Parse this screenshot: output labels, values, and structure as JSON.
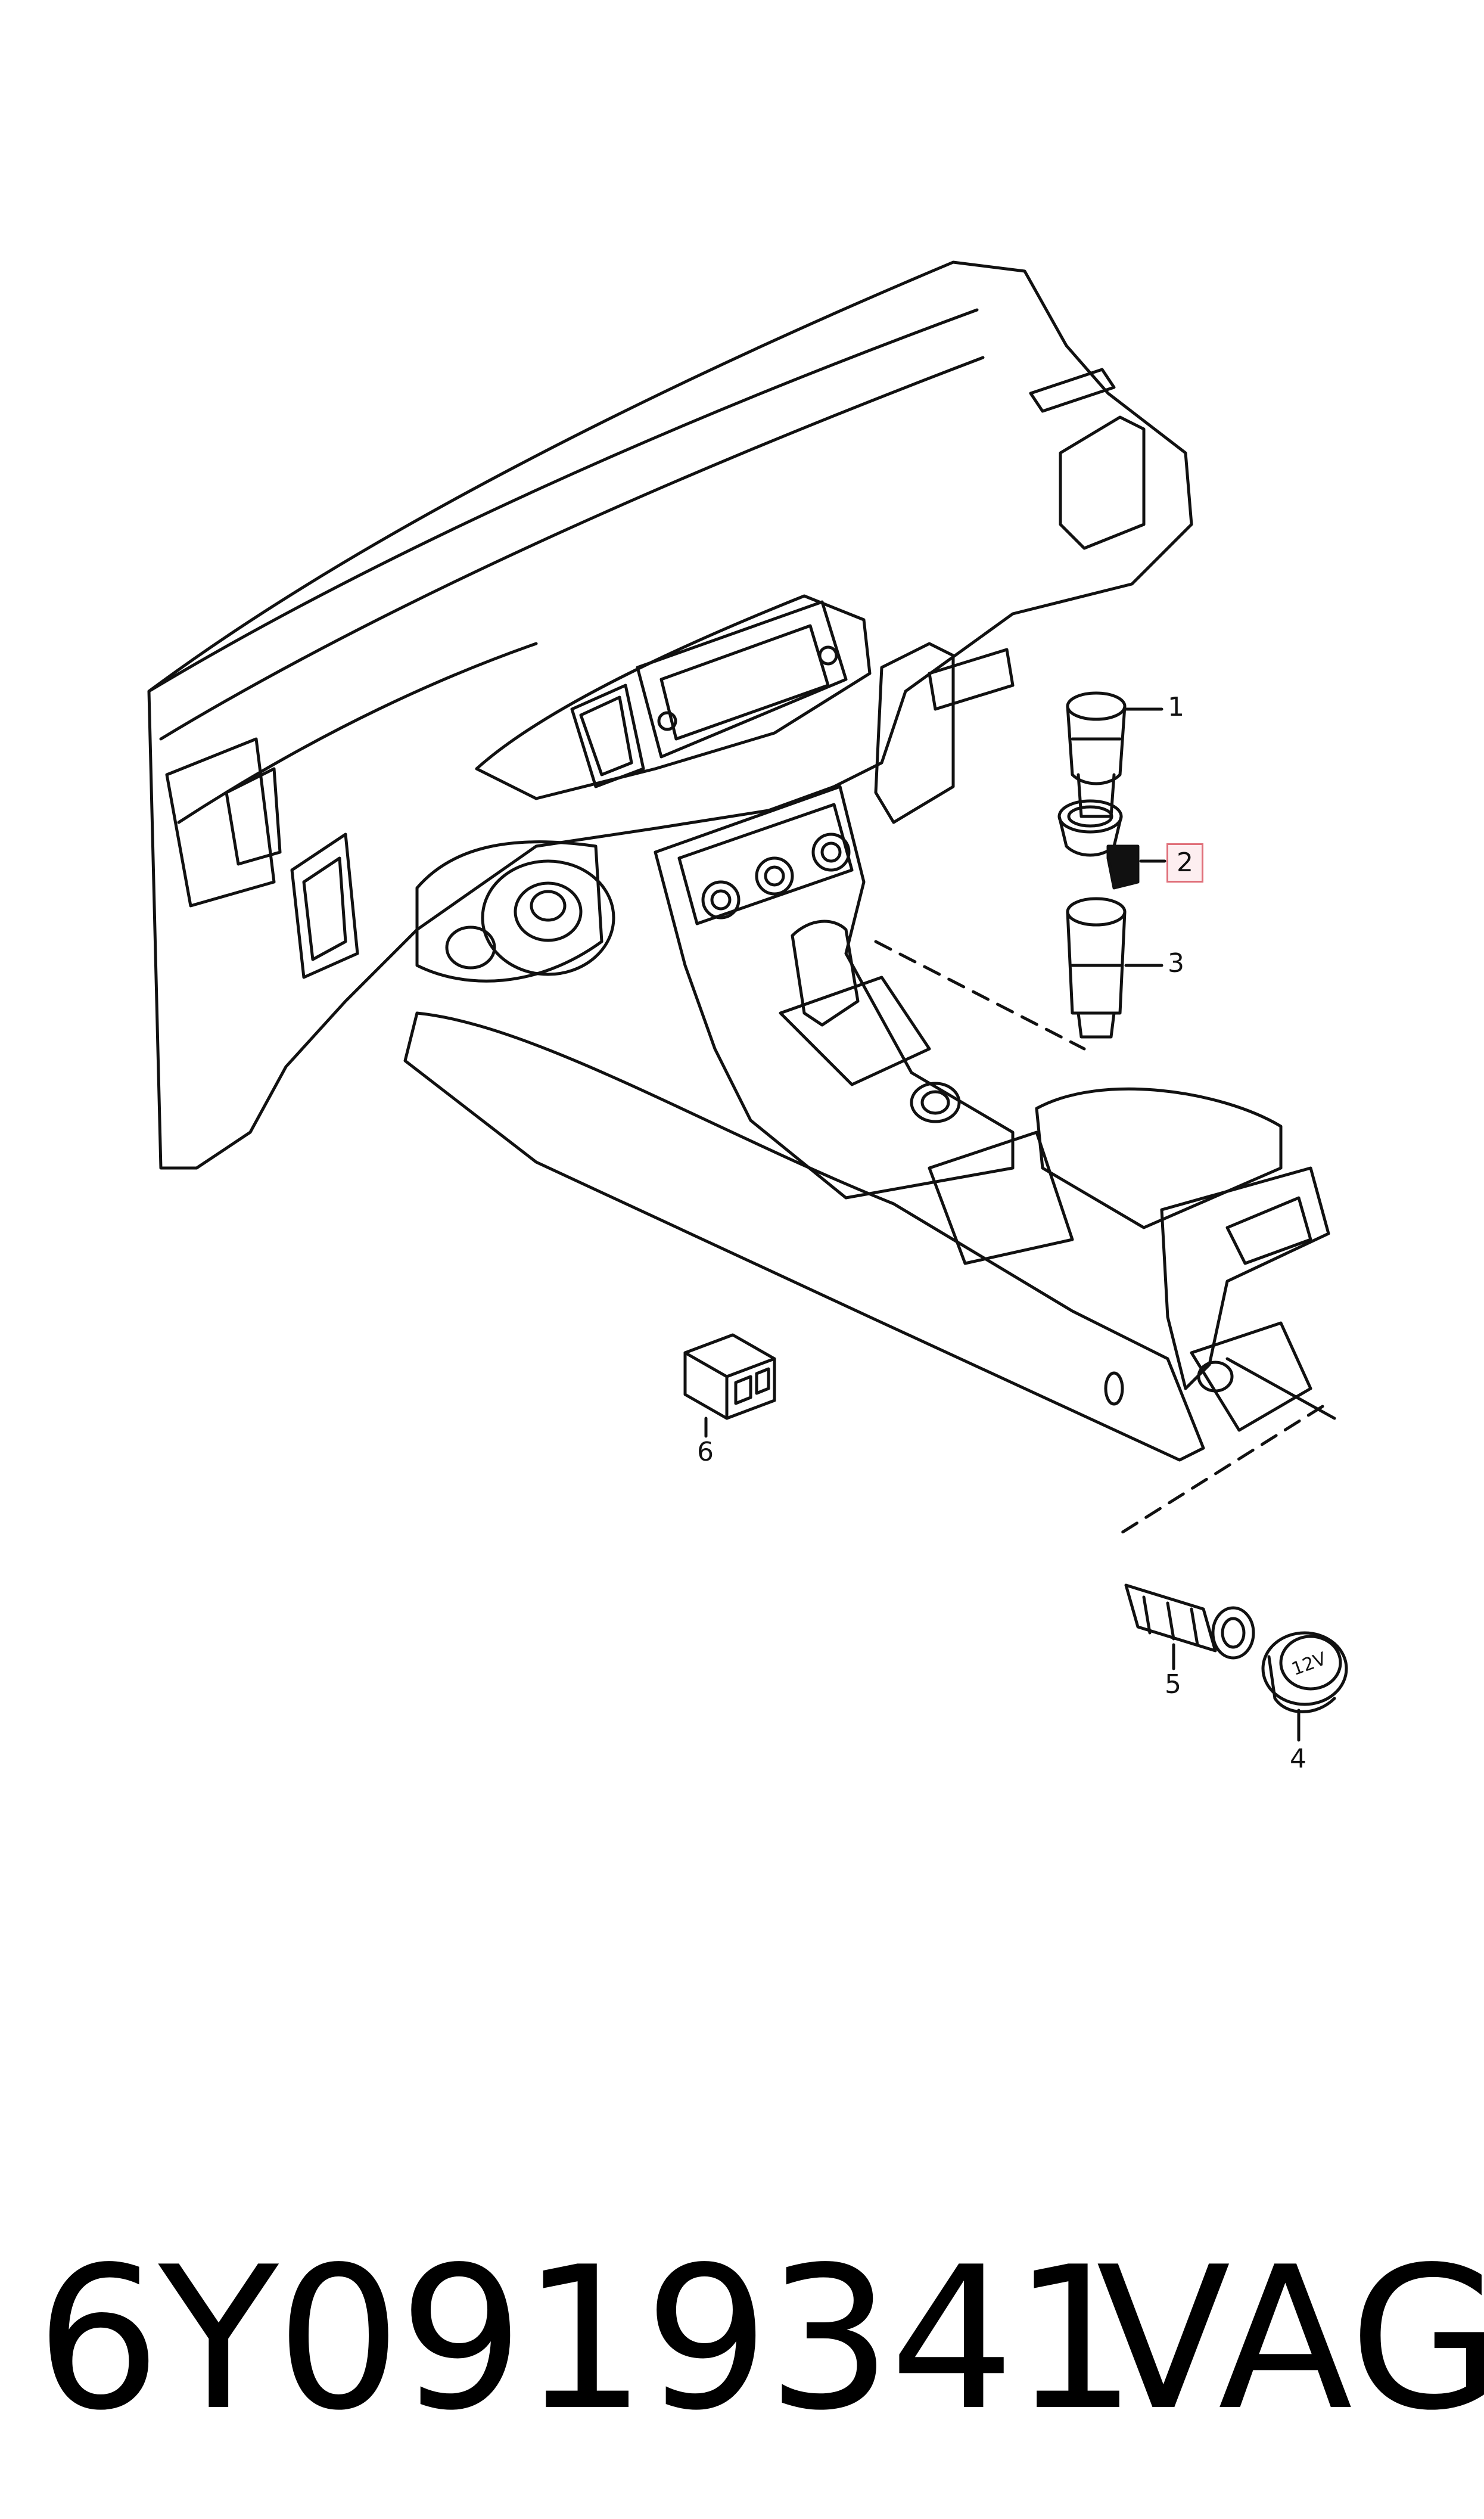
{
  "callouts": [
    {
      "id": "1",
      "label": "1",
      "highlighted": false
    },
    {
      "id": "2",
      "label": "2",
      "highlighted": true
    },
    {
      "id": "3",
      "label": "3",
      "highlighted": false
    },
    {
      "id": "4",
      "label": "4",
      "highlighted": false
    },
    {
      "id": "5",
      "label": "5",
      "highlighted": false
    },
    {
      "id": "6",
      "label": "6",
      "highlighted": false
    }
  ],
  "part4_marking": "12V",
  "footer": {
    "part_number": "6Y0919341",
    "brand": "VAG"
  },
  "colors": {
    "line": "#111111",
    "highlight_border": "#e0707a",
    "highlight_fill": "#fdeef0"
  }
}
